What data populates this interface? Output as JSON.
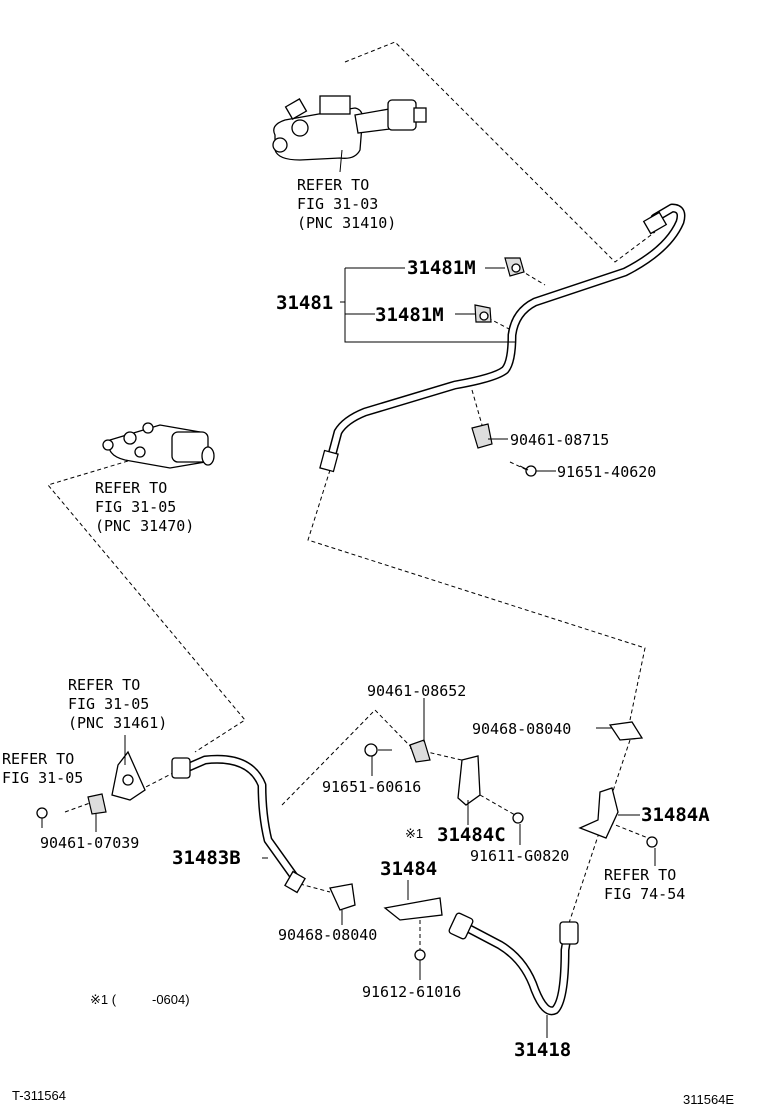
{
  "refs": {
    "fig3103": {
      "l1": "REFER TO",
      "l2": "FIG 31-03",
      "l3": "(PNC 31410)"
    },
    "fig3105a": {
      "l1": "REFER TO",
      "l2": "FIG 31-05",
      "l3": "(PNC 31470)"
    },
    "fig3105b": {
      "l1": "REFER TO",
      "l2": "FIG 31-05",
      "l3": "(PNC 31461)"
    },
    "fig3105c": {
      "l1": "REFER TO",
      "l2": "FIG 31-05"
    },
    "fig7454": {
      "l1": "REFER TO",
      "l2": "FIG 74-54"
    }
  },
  "parts": {
    "p31481": "31481",
    "p31481m_a": "31481M",
    "p31481m_b": "31481M",
    "p90461_08715": "90461-08715",
    "p91651_40620": "91651-40620",
    "p90461_08652": "90461-08652",
    "p90468_08040_a": "90468-08040",
    "p91651_60616": "91651-60616",
    "p31484a": "31484A",
    "p31484c": "31484C",
    "p91611_g0820": "91611-G0820",
    "p90461_07039": "90461-07039",
    "p31483b": "31483B",
    "p31484": "31484",
    "p90468_08040_b": "90468-08040",
    "p91612_61016": "91612-61016",
    "p31418": "31418"
  },
  "notes": {
    "mark_a": "※1",
    "mark_b": "※1 (",
    "date": "-0604)"
  },
  "footer": {
    "left": "T-311564",
    "right": "311564E"
  }
}
